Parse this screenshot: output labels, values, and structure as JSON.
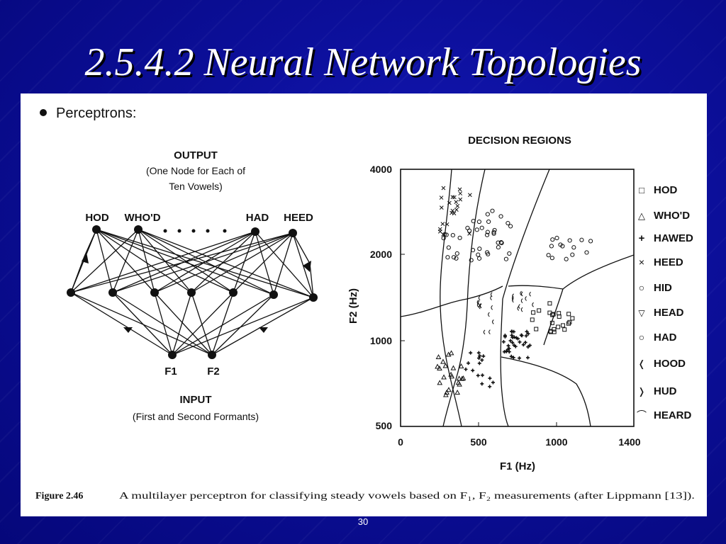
{
  "slide": {
    "title": "2.5.4.2 Neural Network Topologies",
    "page_number": "30",
    "bullet_text": "Perceptrons:"
  },
  "network": {
    "output_heading": "OUTPUT",
    "output_sub1": "(One Node for Each of",
    "output_sub2": "Ten Vowels)",
    "output_labels": [
      "HOD",
      "WHO'D",
      "HAD",
      "HEED"
    ],
    "input_labels": [
      "F1",
      "F2"
    ],
    "input_heading": "INPUT",
    "input_sub": "(First and Second Formants)"
  },
  "decision_chart": {
    "title": "DECISION REGIONS",
    "xlabel": "F1 (Hz)",
    "ylabel": "F2 (Hz)",
    "x_ticks": [
      "0",
      "500",
      "1000",
      "1400"
    ],
    "y_ticks": [
      "4000",
      "2000",
      "1000",
      "500"
    ],
    "legend": [
      {
        "symbol": "□",
        "label": "HOD"
      },
      {
        "symbol": "△",
        "label": "WHO'D"
      },
      {
        "symbol": "+",
        "label": "HAWED"
      },
      {
        "symbol": "×",
        "label": "HEED"
      },
      {
        "symbol": "○",
        "label": "HID"
      },
      {
        "symbol": "▽",
        "label": "HEAD"
      },
      {
        "symbol": "○",
        "label": "HAD"
      },
      {
        "symbol": "❬",
        "label": "HOOD"
      },
      {
        "symbol": "❭",
        "label": "HUD"
      },
      {
        "symbol": "⌒",
        "label": "HEARD"
      }
    ]
  },
  "caption": {
    "figure_label": "Figure 2.46",
    "text": "A multilayer perceptron for classifying steady vowels based on F₁, F₂ measurements (after Lippmann [13])."
  }
}
